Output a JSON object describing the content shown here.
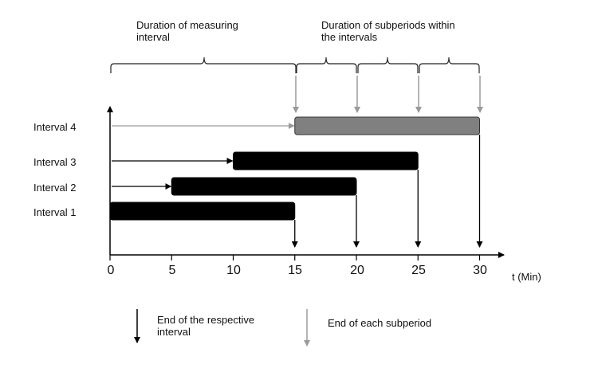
{
  "top_labels": {
    "measuring": [
      "Duration of measuring",
      "interval"
    ],
    "subperiods": [
      "Duration of subperiods within",
      "the intervals"
    ]
  },
  "x_axis": {
    "ticks": [
      "0",
      "5",
      "10",
      "15",
      "20",
      "25",
      "30"
    ],
    "unit_label": "t (Min)"
  },
  "intervals": [
    {
      "label": "Interval  4",
      "start": 15,
      "end": 30,
      "style": "gray"
    },
    {
      "label": "Interval  3",
      "start": 10,
      "end": 25,
      "style": "black"
    },
    {
      "label": "Interval  2",
      "start": 5,
      "end": 20,
      "style": "black"
    },
    {
      "label": "Interval  1",
      "start": 0,
      "end": 15,
      "style": "black"
    }
  ],
  "legend": {
    "end_interval": [
      "End of the respective",
      "interval"
    ],
    "end_subperiod": "End of each subperiod"
  },
  "colors": {
    "bar_black": "#000000",
    "bar_gray": "#808080",
    "arrow_gray": "#9a9a9a"
  }
}
